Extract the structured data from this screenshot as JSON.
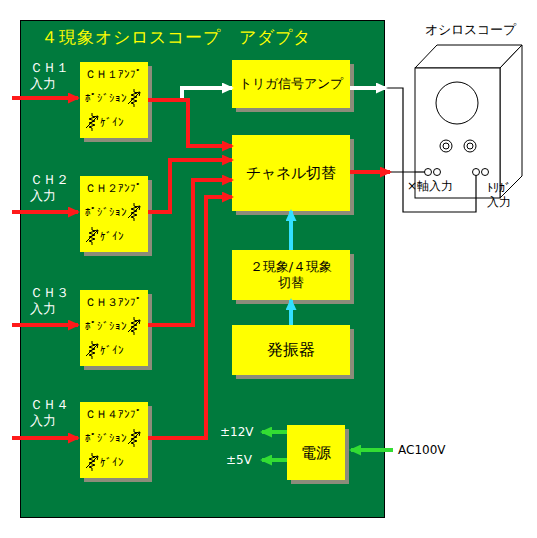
{
  "diagram": {
    "nodes": [
      {
        "text": [
          "４現象オシロスコープ　アダプタ"
        ]
      },
      {
        "text": [
          "ＣＨ１ｱﾝﾌﾟ",
          "ﾎﾟｼﾞｼｮﾝ",
          "ｹﾞｲﾝ"
        ],
        "in": 0
      },
      {
        "text": [
          "ＣＨ２ｱﾝﾌﾟ",
          "ﾎﾟｼﾞｼｮﾝ",
          "ｹﾞｲﾝ"
        ],
        "in": 0
      },
      {
        "text": [
          "ＣＨ３ｱﾝﾌﾟ",
          "ﾎﾟｼﾞｼｮﾝ",
          "ｹﾞｲﾝ"
        ],
        "in": 0
      },
      {
        "text": [
          "ＣＨ４ｱﾝﾌﾟ",
          "ﾎﾟｼﾞｼｮﾝ",
          "ｹﾞｲﾝ"
        ],
        "in": 0
      },
      {
        "text": [
          "トリガ信号アンプ"
        ],
        "in": 0
      },
      {
        "text": [
          "チャネル切替"
        ],
        "in": 0
      },
      {
        "text": [
          "２現象/４現象 切替"
        ],
        "in": 0
      },
      {
        "text": [
          "発振器"
        ],
        "in": 0
      },
      {
        "text": [
          "電源"
        ],
        "in": 0
      },
      {
        "text": [
          "オシロスコープ"
        ]
      }
    ],
    "edges": [
      {
        "from": 1,
        "to": 5,
        "arrow": "to"
      },
      {
        "from": 1,
        "to": 6,
        "arrow": "to"
      },
      {
        "from": 2,
        "to": 6,
        "arrow": "to"
      },
      {
        "from": 3,
        "to": 6,
        "arrow": "to"
      },
      {
        "from": 4,
        "to": 6,
        "arrow": "to"
      },
      {
        "from": 8,
        "to": 7,
        "arrow": "to"
      },
      {
        "from": 7,
        "to": 6,
        "arrow": "to"
      },
      {
        "from": 5,
        "to": 10,
        "arrow": "to"
      },
      {
        "from": 6,
        "to": 10,
        "arrow": "to"
      }
    ],
    "labels": [
      "ＣＨ１ 入力",
      "ＣＨ２ 入力",
      "ＣＨ３ 入力",
      "ＣＨ４ 入力",
      "±12V",
      "±5V",
      "AC100V",
      "×軸入力",
      "ﾄﾘｶﾞ 入力"
    ]
  }
}
